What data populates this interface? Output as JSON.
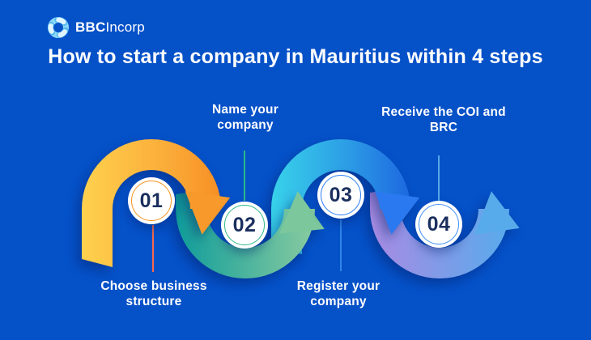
{
  "logo": {
    "brand_bold": "BBC",
    "brand_light": "Incorp",
    "icon": "swirl-logo-icon"
  },
  "title": "How to start a company in Mauritius within 4 steps",
  "colors": {
    "background": "#0551C8",
    "text_light": "#FFFFFF",
    "number_navy": "#1B2F5E"
  },
  "steps": [
    {
      "number": "01",
      "label": "Choose business structure",
      "label_position": "below",
      "gradient": [
        "#FFD14E",
        "#F68B22"
      ],
      "arrow_color": "#F8992B",
      "ring_color": "#F7941E",
      "line_color": "#F4694B"
    },
    {
      "number": "02",
      "label": "Name your company",
      "label_position": "above",
      "gradient": [
        "#0F9D9B",
        "#8FCDA0"
      ],
      "arrow_color": "#7CC79B",
      "ring_color": "#2FB98B",
      "line_color": "#2FB98B"
    },
    {
      "number": "03",
      "label": "Register your company",
      "label_position": "below",
      "gradient": [
        "#38D2EA",
        "#1B61DF"
      ],
      "arrow_color": "#2B79F0",
      "ring_color": "#2F7DF6",
      "line_color": "#2E86E8"
    },
    {
      "number": "04",
      "label": "Receive the COI and BRC",
      "label_position": "above",
      "gradient": [
        "#A98BE3",
        "#54ACEC"
      ],
      "arrow_color": "#58ABEA",
      "ring_color": "#3F8FF7",
      "line_color": "#55A7EA"
    }
  ]
}
